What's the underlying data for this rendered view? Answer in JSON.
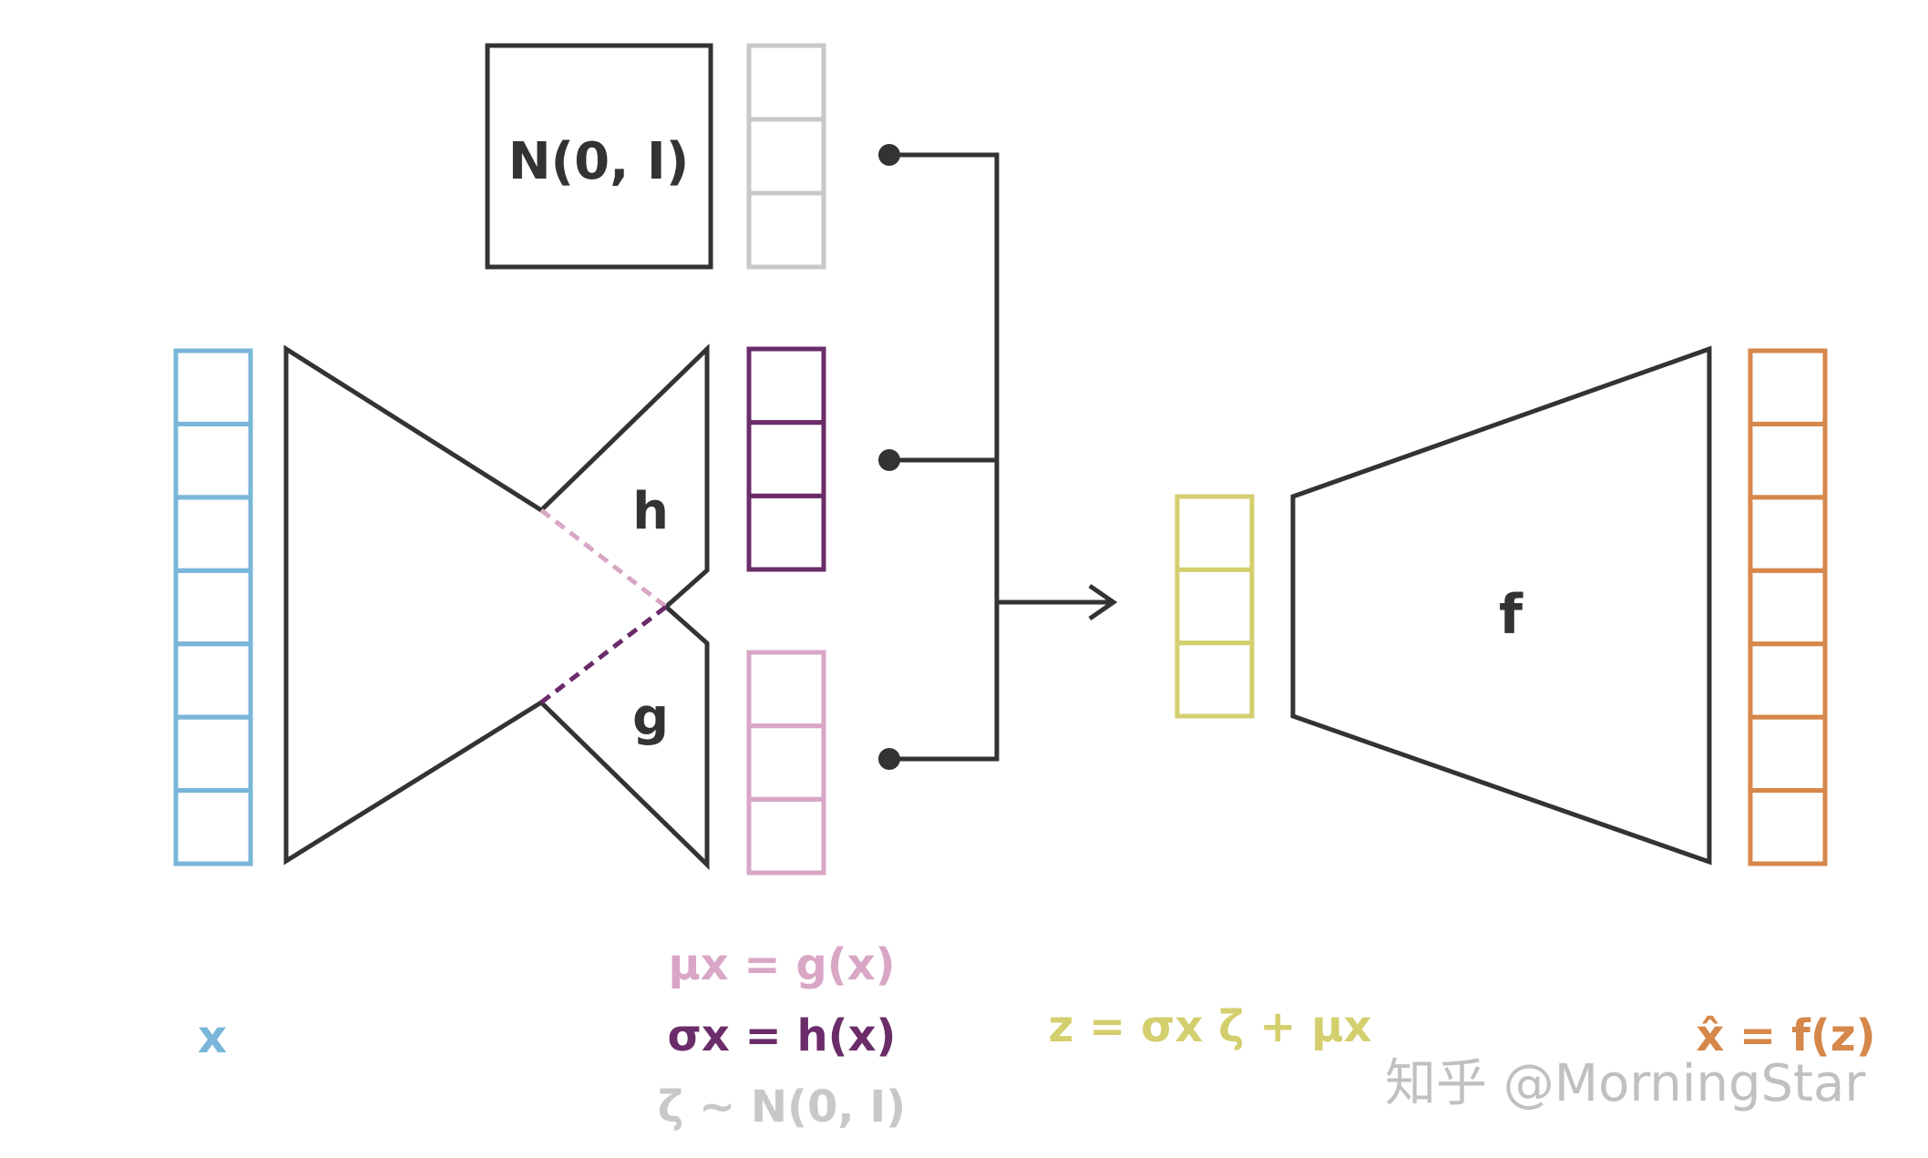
{
  "colors": {
    "stroke": "#333333",
    "x": "#7ab6d9",
    "sigma": "#6b2c6a",
    "mu": "#d9a6c6",
    "noise": "#c8c8c8",
    "z": "#d4cf6e",
    "xhat": "#d6874a",
    "watermark": "#c0c0c0"
  },
  "labels": {
    "noise_box": "N(0, I)",
    "h": "h",
    "g": "g",
    "f": "f",
    "x": "x",
    "mu_eq": "μx = g(x)",
    "sigma_eq": "σx = h(x)",
    "zeta_eq": "ζ ~ N(0, I)",
    "z_eq": "z = σx ζ + μx",
    "xhat_eq": "x̂ = f(z)"
  },
  "watermark": "知乎 @MorningStar",
  "vectors": {
    "input_cells": 7,
    "noise_cells": 3,
    "sigma_cells": 3,
    "mu_cells": 3,
    "z_cells": 3,
    "output_cells": 7
  },
  "icons": {
    "arrow": "arrow-right-icon",
    "connector": "dot-connector-icon"
  }
}
